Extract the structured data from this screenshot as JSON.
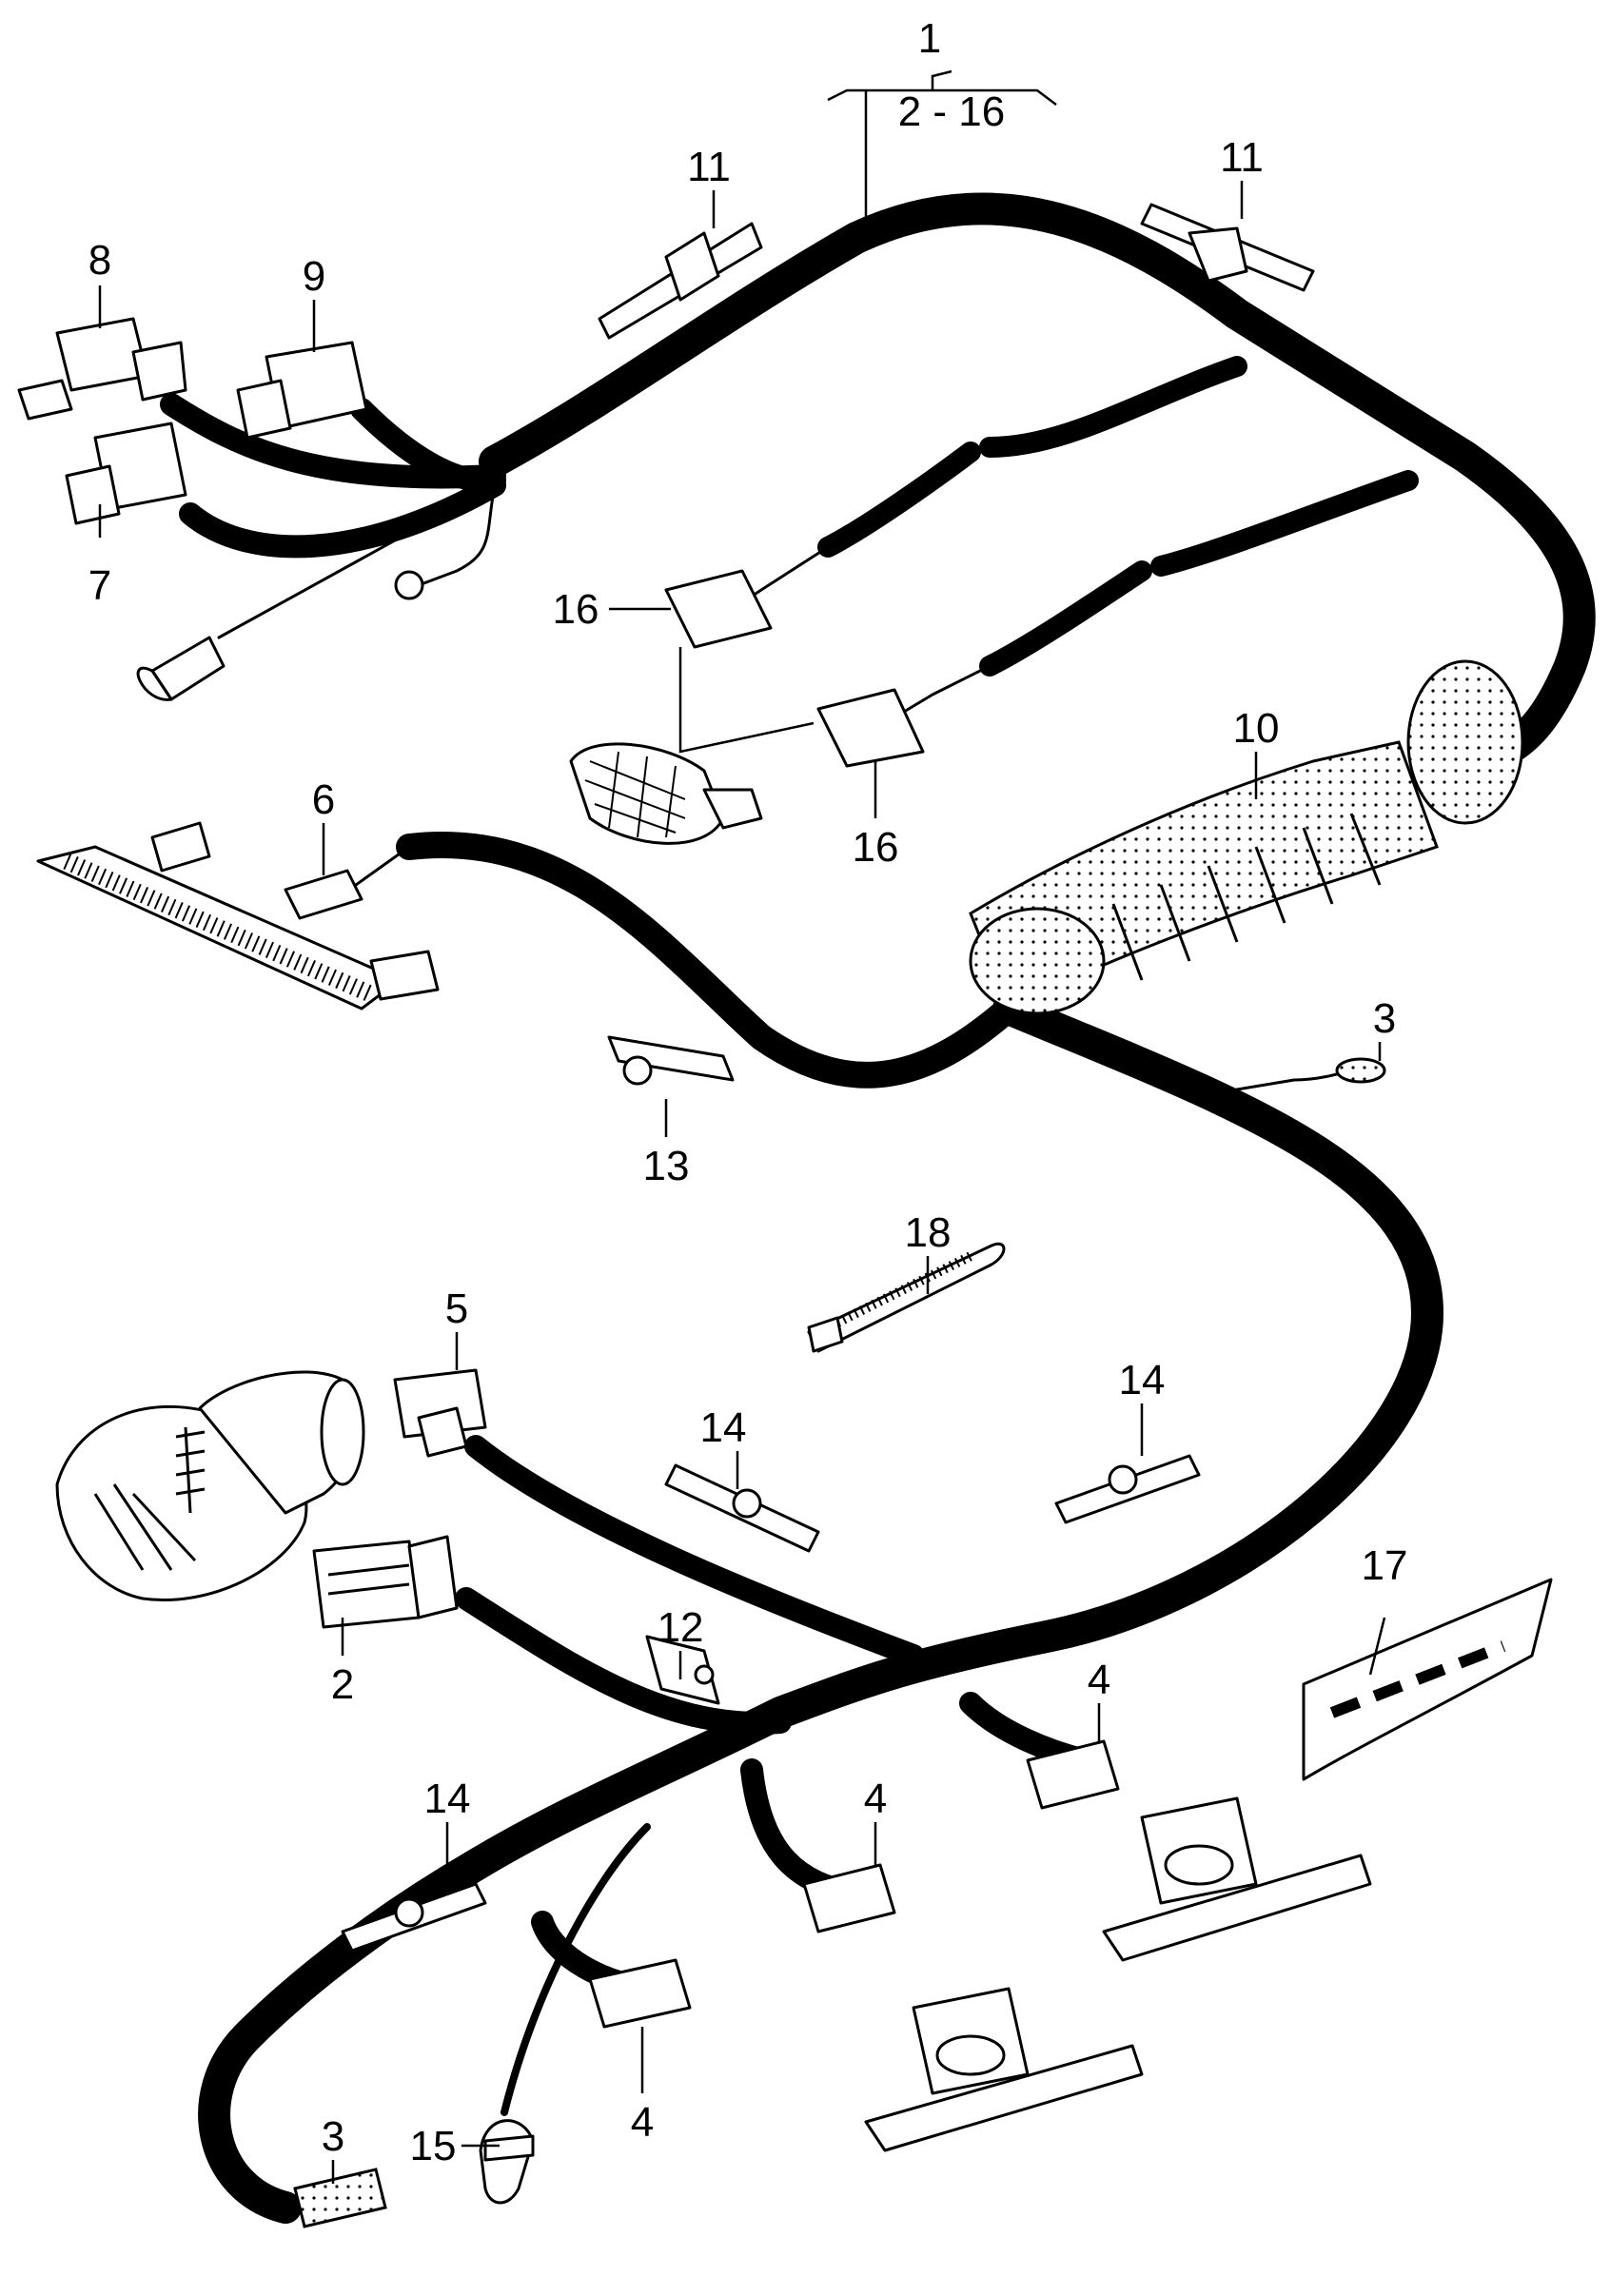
{
  "diagram": {
    "main_label": "1",
    "main_label_range": "2 - 16",
    "callouts": {
      "c2": "2",
      "c3_top": "3",
      "c3_bottom": "3",
      "c4_right": "4",
      "c4_mid": "4",
      "c4_low": "4",
      "c5": "5",
      "c6": "6",
      "c7": "7",
      "c8": "8",
      "c9": "9",
      "c10": "10",
      "c11_left": "11",
      "c11_right": "11",
      "c12": "12",
      "c13": "13",
      "c14_mid": "14",
      "c14_right": "14",
      "c14_left": "14",
      "c15": "15",
      "c16_top": "16",
      "c16_bottom": "16",
      "c17": "17",
      "c18": "18"
    }
  }
}
